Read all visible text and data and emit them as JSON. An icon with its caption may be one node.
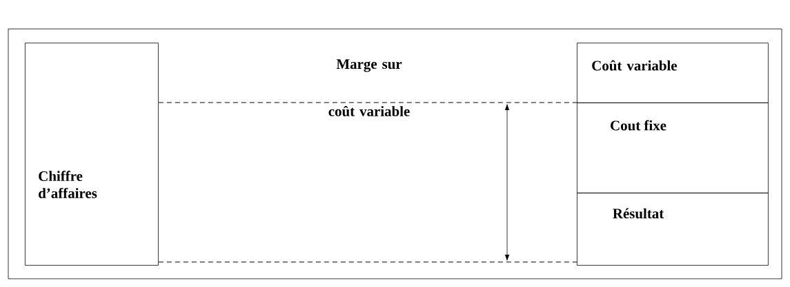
{
  "diagram": {
    "nodes": [
      {
        "text": [
          "Chiffre d’affaires"
        ]
      },
      {
        "text": [
          "Coût variable"
        ]
      },
      {
        "text": [
          "Cout fixe"
        ]
      },
      {
        "text": [
          "Résultat"
        ]
      }
    ],
    "edges": [
      {
        "from": 0,
        "to": 2,
        "arrow": "none",
        "style": "dashed"
      },
      {
        "from": 0,
        "to": 3,
        "arrow": "none",
        "style": "dashed"
      }
    ],
    "labels": [
      "Marge sur coût variable"
    ]
  }
}
